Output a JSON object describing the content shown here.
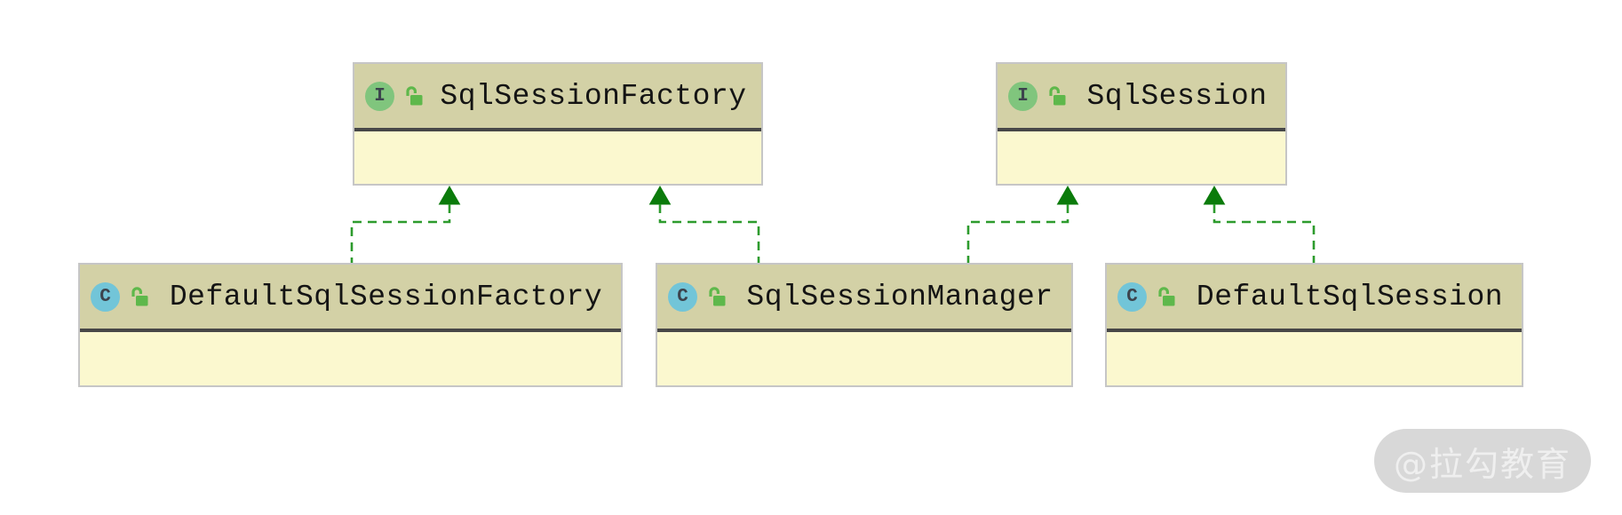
{
  "diagram": {
    "type": "uml-class-diagram",
    "boxes": [
      {
        "name": "SqlSessionFactory",
        "kind": "interface",
        "badge": "I",
        "lock": "open"
      },
      {
        "name": "SqlSession",
        "kind": "interface",
        "badge": "I",
        "lock": "open"
      },
      {
        "name": "DefaultSqlSessionFactory",
        "kind": "class",
        "badge": "C",
        "lock": "open"
      },
      {
        "name": "SqlSessionManager",
        "kind": "class",
        "badge": "C",
        "lock": "open"
      },
      {
        "name": "DefaultSqlSession",
        "kind": "class",
        "badge": "C",
        "lock": "open"
      }
    ],
    "relations": [
      {
        "from": "DefaultSqlSessionFactory",
        "to": "SqlSessionFactory",
        "type": "realization"
      },
      {
        "from": "SqlSessionManager",
        "to": "SqlSessionFactory",
        "type": "realization"
      },
      {
        "from": "SqlSessionManager",
        "to": "SqlSession",
        "type": "realization"
      },
      {
        "from": "DefaultSqlSession",
        "to": "SqlSession",
        "type": "realization"
      }
    ],
    "colors": {
      "node_header": "#d3d1a6",
      "node_body": "#fbf8cf",
      "node_border": "#c6c6c6",
      "divider": "#474747",
      "edge_dash": "#2d9b2d",
      "edge_arrowhead": "#0b7b0b",
      "interface_badge": "#80c57d",
      "class_badge": "#72c5d8",
      "lock_icon": "#5eb84b",
      "title_text": "#141414",
      "watermark_bg": "#d8d8d8",
      "watermark_text": "#efefef"
    },
    "watermark": "@拉勾教育"
  }
}
